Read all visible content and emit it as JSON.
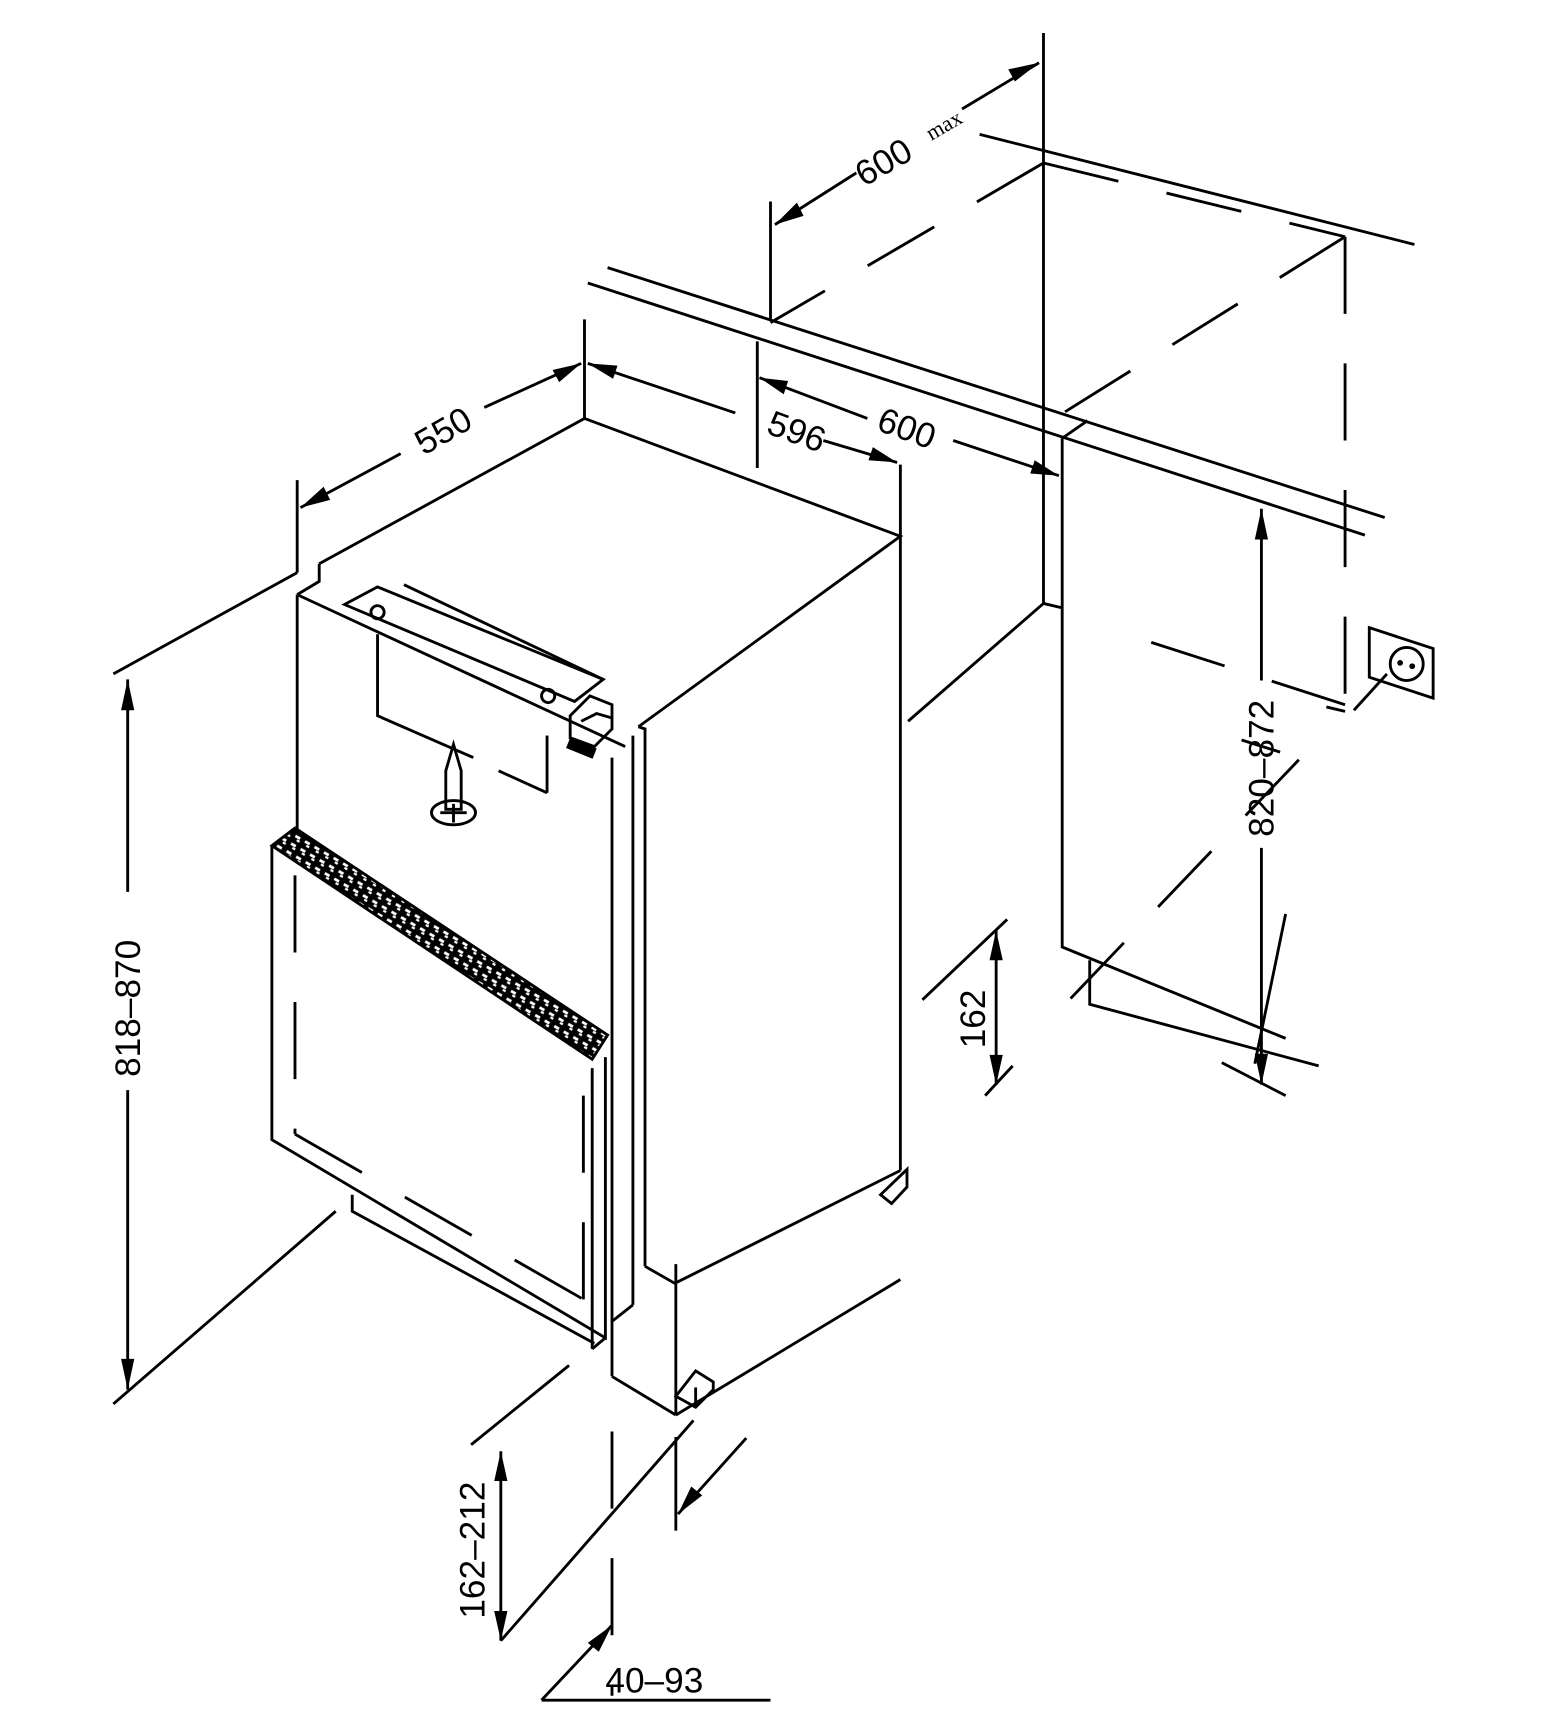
{
  "diagram": {
    "subject": "Built-in under-counter refrigerator installation dimensions",
    "units": "mm",
    "dimensions": {
      "niche_depth_max": {
        "value": "600",
        "suffix": "max"
      },
      "appliance_depth": "550",
      "appliance_width": "596",
      "niche_width": "600",
      "niche_height": "820–872",
      "appliance_height": "818–870",
      "plinth_height_cabinet": "162",
      "plinth_height_range": "162–212",
      "plinth_depth_range": "40–93"
    },
    "components": [
      {
        "name": "appliance-body"
      },
      {
        "name": "door-panel"
      },
      {
        "name": "mounting-bracket"
      },
      {
        "name": "hinge"
      },
      {
        "name": "mounting-screw"
      },
      {
        "name": "ventilation-grille"
      },
      {
        "name": "kitchen-worktop"
      },
      {
        "name": "niche-cabinet"
      },
      {
        "name": "adjacent-cabinet"
      },
      {
        "name": "electrical-socket"
      }
    ]
  }
}
